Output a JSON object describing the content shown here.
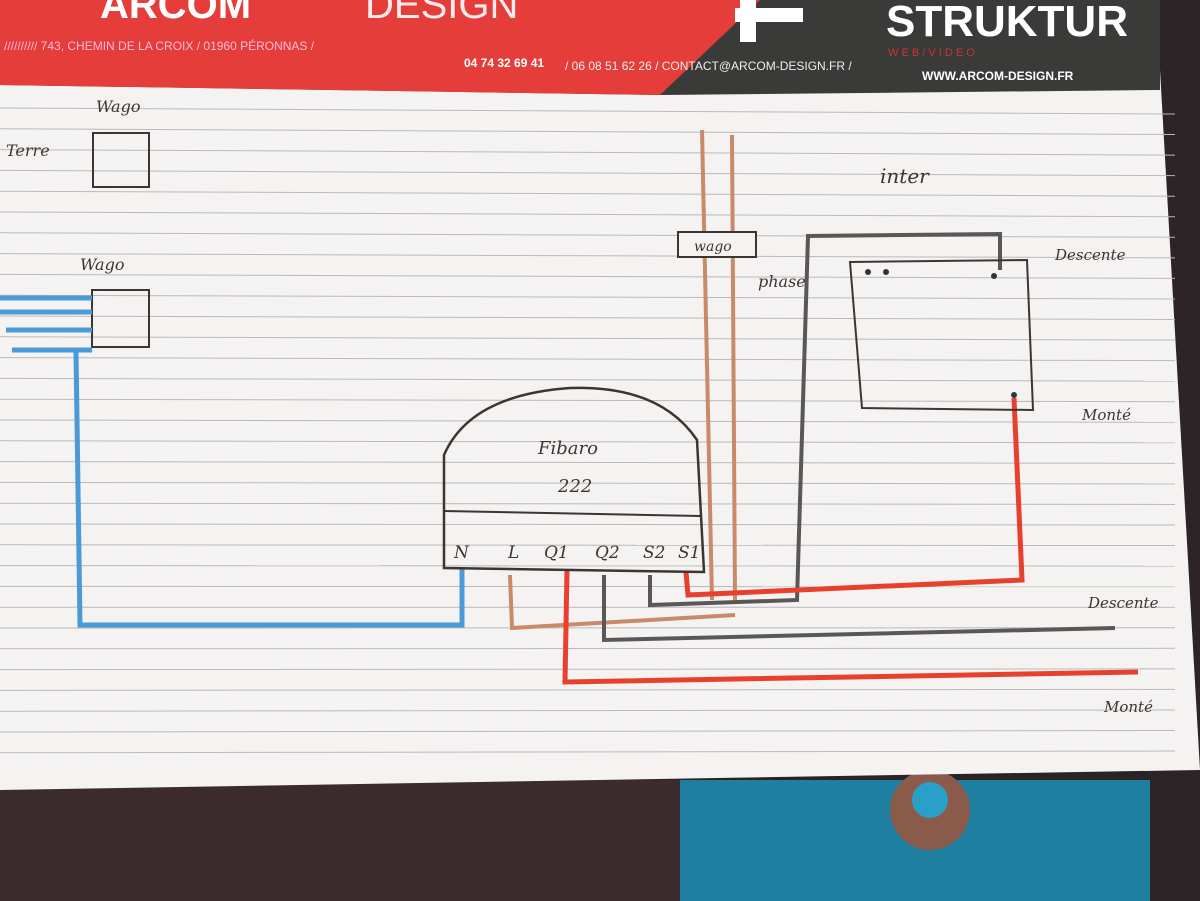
{
  "header": {
    "brand_left": "ARCOM",
    "brand_left_light": "DESIGN",
    "brand_right": "STRUKTUR",
    "brand_right_sub": "W E B / V I D E O",
    "address": "////////// 743, CHEMIN DE LA CROIX / 01960 PÉRONNAS /",
    "phone1": "04 74 32 69 41",
    "phone2": "/ 06 08 51 62 26 / CONTACT@ARCOM-DESIGN.FR /",
    "website": "WWW.ARCOM-DESIGN.FR"
  },
  "diagram": {
    "wago_terre_label": "Wago",
    "terre_label": "Terre",
    "wago_neutral_label": "Wago",
    "wago_phase_label": "wago",
    "phase_label": "phase",
    "inter_label": "inter",
    "descente_top": "Descente",
    "monte_top": "Monté",
    "descente_bottom": "Descente",
    "monte_bottom": "Monté",
    "module_name": "Fibaro",
    "module_model": "222",
    "terminals": [
      "N",
      "L",
      "Q1",
      "Q2",
      "S2",
      "S1"
    ]
  },
  "colors": {
    "blue": "#4a9ad8",
    "brown": "#c98a6c",
    "red": "#e8402e",
    "grey": "#5a5857",
    "banner_red": "#e43d3a",
    "banner_dark": "#3a3b38"
  }
}
